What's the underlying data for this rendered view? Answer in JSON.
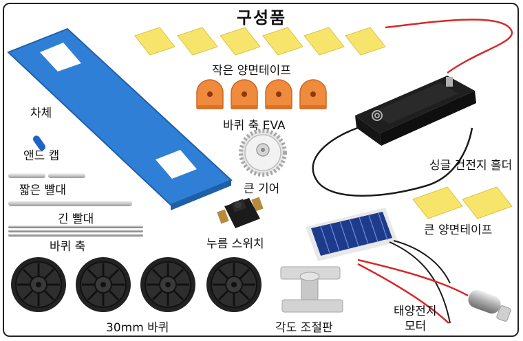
{
  "title": "구성품",
  "labels": {
    "small_tape": "작은 양면테이프",
    "wheel_eva": "바퀴 축 EVA",
    "chassis": "차체",
    "end_cap": "앤드 캡",
    "short_straw": "짧은 빨대",
    "long_straw": "긴 빨대",
    "wheel_axle": "바퀴 축",
    "wheel_30mm": "30mm 바퀴",
    "big_gear": "큰 기어",
    "push_switch": "누름 스위치",
    "battery_holder": "싱글 건전지 홀더",
    "big_tape": "큰 양면테이프",
    "angle_plate": "각도 조절판",
    "solar_motor_line1": "태양전지",
    "solar_motor_line2": "모터"
  },
  "colors": {
    "tape": "#f7e56b",
    "chassis": "#2f7fd6",
    "eva": "#f08a3c",
    "wheel": "#2b2b2b",
    "solar": "#1e3a8a",
    "wire_red": "#d62828",
    "wire_black": "#1a1a1a"
  }
}
